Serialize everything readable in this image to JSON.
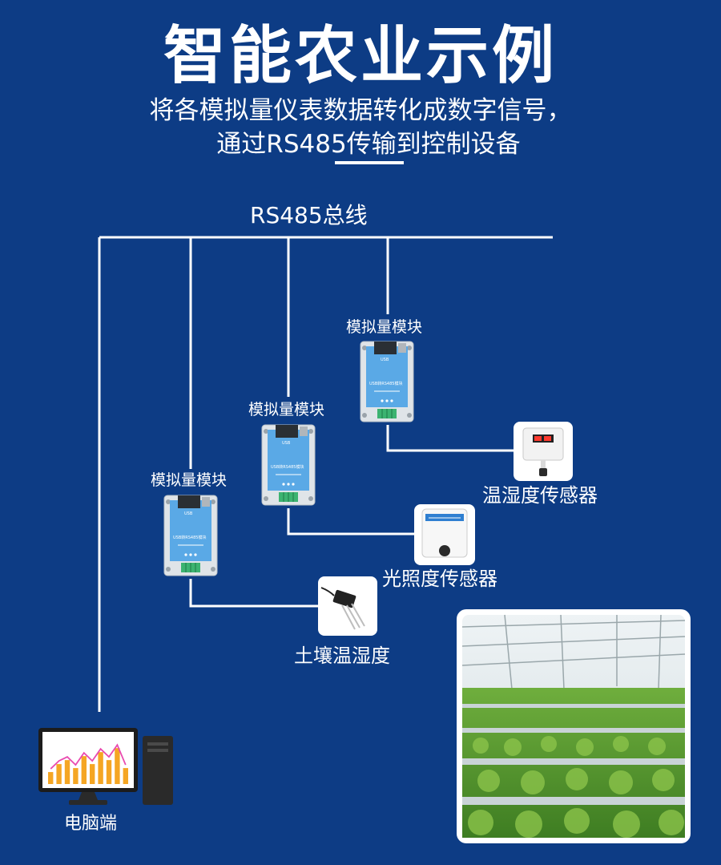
{
  "title": "智能农业示例",
  "subtitle_line1": "将各模拟量仪表数据转化成数字信号，",
  "subtitle_line2": "通过RS485传输到控制设备",
  "bus_label": "RS485总线",
  "modules": [
    {
      "label": "模拟量模块",
      "panel_title": "USB转RS485模块",
      "port": "USB"
    },
    {
      "label": "模拟量模块",
      "panel_title": "USB转RS485模块",
      "port": "USB"
    },
    {
      "label": "模拟量模块",
      "panel_title": "USB转RS485模块",
      "port": "USB"
    }
  ],
  "sensors": {
    "temp_humidity": "温湿度传感器",
    "light": "光照度传感器",
    "soil": "土壤温湿度"
  },
  "computer_label": "电脑端",
  "monitor_chart_values": [
    3,
    5,
    6,
    4,
    7,
    5,
    8,
    6,
    9,
    4
  ],
  "colors": {
    "background": "#0d3c85",
    "line": "#ffffff",
    "module_panel": "#5aa9e6",
    "chart_bar": "#f5a623",
    "chart_line": "#e94ab0"
  }
}
